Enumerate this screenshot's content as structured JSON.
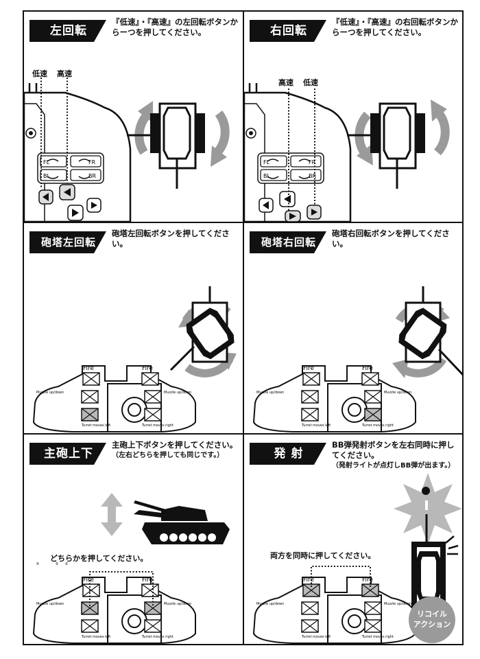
{
  "panels": {
    "left_turn": {
      "title": "左回転",
      "instruction": "『低速』・『高速』の左回転ボタンからーつを押してください。",
      "label_low": "低速",
      "label_high": "高速",
      "buttons": [
        "FL",
        "FR",
        "BL",
        "BR"
      ]
    },
    "right_turn": {
      "title": "右回転",
      "instruction": "『低速』・『高速』の右回転ボタンからーつを押してください。",
      "label_high": "高速",
      "label_low": "低速",
      "buttons": [
        "FL",
        "FR",
        "BL",
        "BR"
      ]
    },
    "turret_left": {
      "title": "砲塔左回転",
      "instruction": "砲塔左回転ボタンを押してください。"
    },
    "turret_right": {
      "title": "砲塔右回転",
      "instruction": "砲塔右回転ボタンを押してください。"
    },
    "gun_updown": {
      "title": "主砲上下",
      "instruction": "主砲上下ボタンを押してください。",
      "sub_instruction": "（左右どちらを押しても同じです。）",
      "note": "どちらかを押してください。"
    },
    "fire": {
      "title": "発 射",
      "instruction": "BB弾発射ボタンを左右同時に押してください。",
      "sub_instruction": "（発射ライトが点灯しBB弾が出ます。）",
      "note": "両方を同時に押してください。",
      "badge_line1": "リコイル",
      "badge_line2": "アクション"
    }
  },
  "controller_labels": {
    "fire": "Fire",
    "muzzle": "Muzzle up/down",
    "turret_left": "Turret moves left",
    "turret_right": "Turret moves right"
  },
  "colors": {
    "ink": "#111111",
    "arrow_gray": "#9a9a9a",
    "highlight_gray": "#b8b8b8"
  }
}
